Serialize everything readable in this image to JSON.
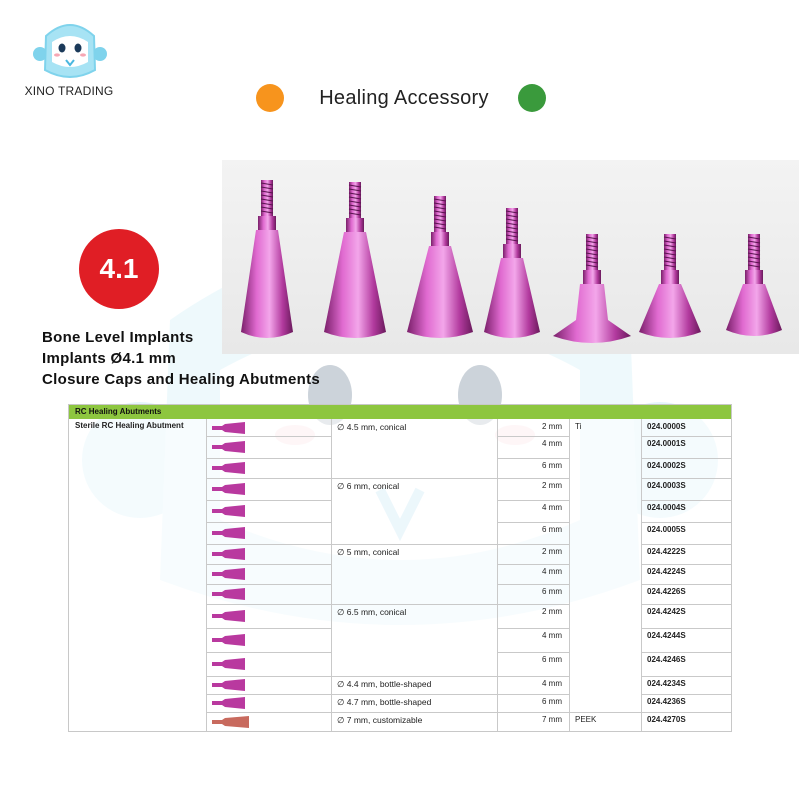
{
  "brand": {
    "name": "XINO TRADING",
    "logo_icon": "tooth-robot-mascot-icon"
  },
  "header": {
    "title": "Healing Accessory",
    "left_dot_color": "#f7941d",
    "right_dot_color": "#3a9a3c"
  },
  "badge": {
    "label": "4.1",
    "color": "#e01e25"
  },
  "specs": {
    "line1": "Bone Level Implants",
    "line2": "Implants Ø4.1 mm",
    "line3": "Closure Caps and Healing Abutments"
  },
  "photo": {
    "description_icon": "healing-abutments-photo",
    "count": 7,
    "color": "#c2449e"
  },
  "table": {
    "title": "RC Healing Abutments",
    "group_label": "Sterile RC Healing Abutment",
    "rows": [
      {
        "desc": "∅ 4.5 mm, conical",
        "len": "2 mm",
        "mat": "Ti",
        "code": "024.0000S"
      },
      {
        "desc": "",
        "len": "4 mm",
        "mat": "",
        "code": "024.0001S"
      },
      {
        "desc": "",
        "len": "6 mm",
        "mat": "",
        "code": "024.0002S"
      },
      {
        "desc": "∅ 6 mm, conical",
        "len": "2 mm",
        "mat": "",
        "code": "024.0003S"
      },
      {
        "desc": "",
        "len": "4 mm",
        "mat": "",
        "code": "024.0004S"
      },
      {
        "desc": "",
        "len": "6 mm",
        "mat": "",
        "code": "024.0005S"
      },
      {
        "desc": "∅ 5 mm, conical",
        "len": "2 mm",
        "mat": "",
        "code": "024.4222S"
      },
      {
        "desc": "",
        "len": "4 mm",
        "mat": "",
        "code": "024.4224S"
      },
      {
        "desc": "",
        "len": "6 mm",
        "mat": "",
        "code": "024.4226S"
      },
      {
        "desc": "∅ 6.5 mm, conical",
        "len": "2 mm",
        "mat": "",
        "code": "024.4242S"
      },
      {
        "desc": "",
        "len": "4 mm",
        "mat": "",
        "code": "024.4244S"
      },
      {
        "desc": "",
        "len": "6 mm",
        "mat": "",
        "code": "024.4246S"
      },
      {
        "desc": "∅ 4.4 mm, bottle-shaped",
        "len": "4 mm",
        "mat": "",
        "code": "024.4234S"
      },
      {
        "desc": "∅ 4.7 mm, bottle-shaped",
        "len": "6 mm",
        "mat": "",
        "code": "024.4236S"
      },
      {
        "desc": "∅ 7 mm, customizable",
        "len": "7 mm",
        "mat": "PEEK",
        "code": "024.4270S"
      }
    ]
  }
}
